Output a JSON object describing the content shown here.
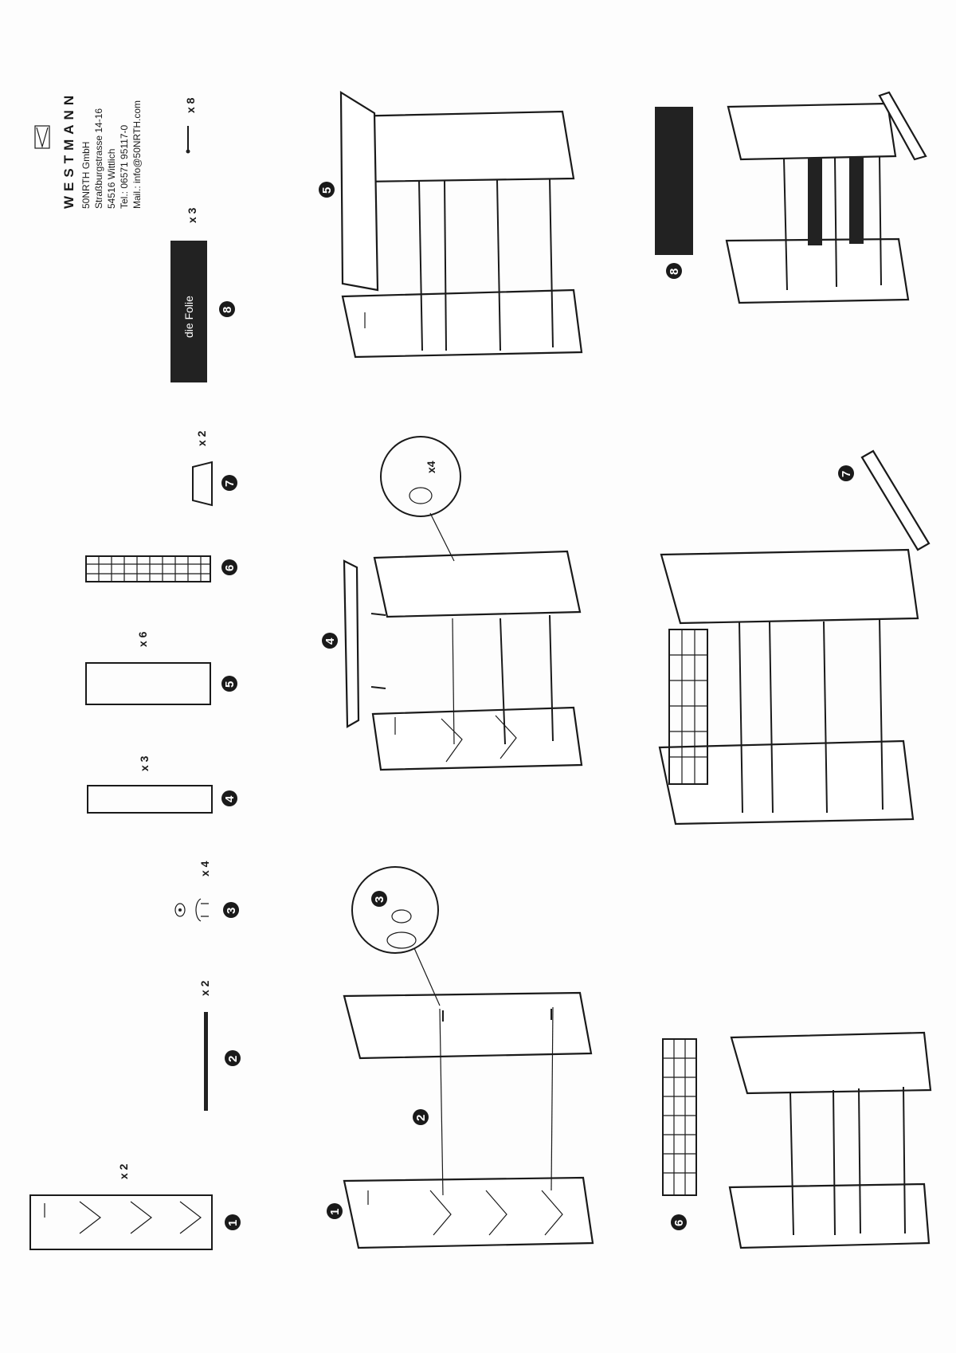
{
  "brand": {
    "name": "WESTMANN",
    "company": "50NRTH GmbH",
    "street": "Straßburgstrasse 14-16",
    "city": "54516 Wittlich",
    "tel": "Tel.: 06571 95117-0",
    "mail": "Mail.: info@50NRTH.com"
  },
  "parts": [
    {
      "num": "1",
      "qty": "x 2"
    },
    {
      "num": "2",
      "qty": "x 2"
    },
    {
      "num": "3",
      "qty": "x 4"
    },
    {
      "num": "4",
      "qty": "x 3"
    },
    {
      "num": "5",
      "qty": "x 6"
    },
    {
      "num": "6",
      "qty": ""
    },
    {
      "num": "7",
      "qty": "x 2"
    },
    {
      "num": "8",
      "label": "die Folie",
      "qty": "x 3"
    }
  ],
  "screws": {
    "qty": "x 8"
  },
  "steps": {
    "s1": {
      "badge_a": "1",
      "badge_b": "2",
      "badge_c": "3"
    },
    "s2": {
      "badge": "4",
      "detail_qty": "x4"
    },
    "s3": {
      "badge": "5"
    },
    "s4": {
      "badge": "6"
    },
    "s5": {
      "badge": "7"
    },
    "s6": {
      "badge": "8"
    }
  }
}
